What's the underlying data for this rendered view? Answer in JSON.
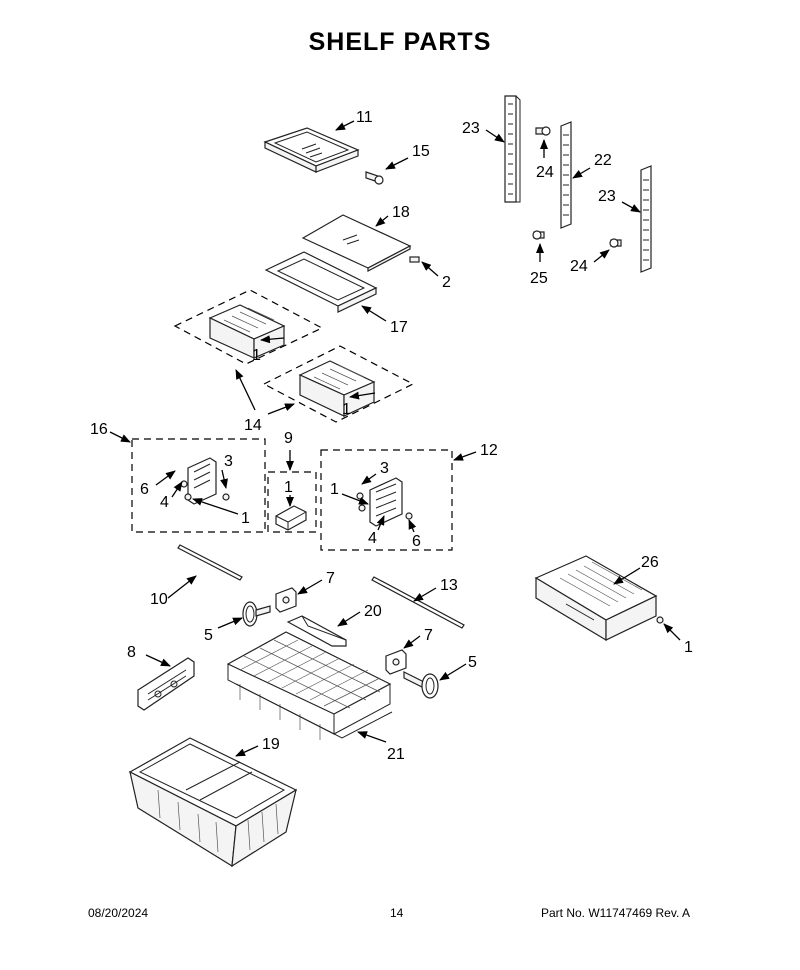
{
  "title": "SHELF  PARTS",
  "footer": {
    "date": "08/20/2024",
    "page": "14",
    "part_no": "Part No.  W11747469  Rev.  A"
  },
  "callouts": {
    "c11": "11",
    "c15": "15",
    "c18": "18",
    "c2": "2",
    "c17": "17",
    "c1a": "1",
    "c1b": "1",
    "c14": "14",
    "c23a": "23",
    "c24a": "24",
    "c22": "22",
    "c23b": "23",
    "c25": "25",
    "c24b": "24",
    "c16": "16",
    "c3a": "3",
    "c6a": "6",
    "c4a": "4",
    "c1c": "1",
    "c9": "9",
    "c1d": "1",
    "c12": "12",
    "c3b": "3",
    "c1e": "1",
    "c4b": "4",
    "c6b": "6",
    "c10": "10",
    "c7a": "7",
    "c13": "13",
    "c26": "26",
    "c5a": "5",
    "c20": "20",
    "c1f": "1",
    "c8": "8",
    "c7b": "7",
    "c5b": "5",
    "c21": "21",
    "c19": "19"
  }
}
